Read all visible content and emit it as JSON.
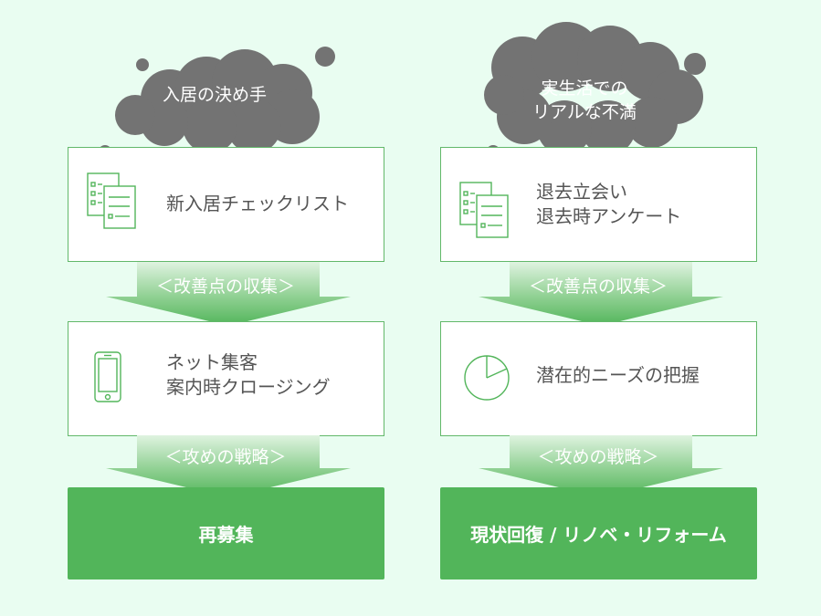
{
  "colors": {
    "background": "#e9fdf1",
    "accent_green": "#52b55a",
    "border_green": "#62b86a",
    "cloud_gray": "#737373",
    "text_gray": "#555555"
  },
  "left": {
    "cloud": {
      "label": "入居の決め手"
    },
    "step1": {
      "label": "新入居チェックリスト",
      "icon": "checklist-icon"
    },
    "arrow1": {
      "label": "＜改善点の収集＞"
    },
    "step2": {
      "line1": "ネット集客",
      "line2": "案内時クロージング",
      "icon": "smartphone-icon"
    },
    "arrow2": {
      "label": "＜攻めの戦略＞"
    },
    "result": {
      "label": "再募集"
    }
  },
  "right": {
    "cloud": {
      "line1": "実生活での",
      "line2": "リアルな不満"
    },
    "step1": {
      "line1": "退去立会い",
      "line2": "退去時アンケート",
      "icon": "checklist-icon"
    },
    "arrow1": {
      "label": "＜改善点の収集＞"
    },
    "step2": {
      "label": "潜在的ニーズの把握",
      "icon": "pie-chart-icon"
    },
    "arrow2": {
      "label": "＜攻めの戦略＞"
    },
    "result": {
      "label": "現状回復 / リノベ・リフォーム"
    }
  }
}
